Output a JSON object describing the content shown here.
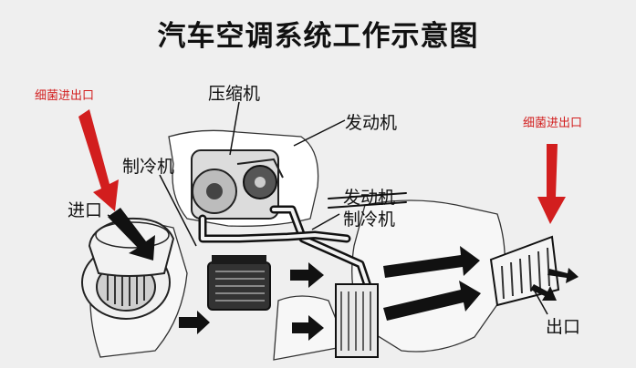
{
  "title": "汽车空调系统工作示意图",
  "labels": {
    "inlet_outlet_left": "细菌进出口",
    "inlet_outlet_right": "细菌进出口",
    "compressor": "压缩机",
    "engine": "发动机",
    "refrigerant_left": "制冷机",
    "engine_refrigerant_line1": "发动机",
    "engine_refrigerant_line2": "制冷机",
    "inlet": "进口",
    "outlet": "出口"
  },
  "colors": {
    "accent_red": "#d21e1e",
    "line_dark": "#111111",
    "background": "#efefef"
  }
}
